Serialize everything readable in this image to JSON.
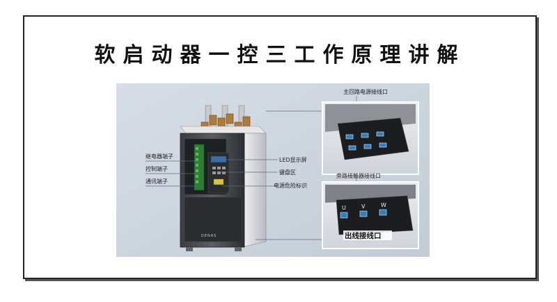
{
  "title": "软启动器一控三工作原理讲解",
  "labels": {
    "relay_terminal": "继电器端子",
    "control_terminal": "控制端子",
    "comm_terminal": "通讯端子",
    "led_display": "LED显示屏",
    "keypad": "键盘区",
    "power_warning": "电源危险标识",
    "main_circuit": "主回路电源接线口",
    "bypass_contactor": "旁路接触器接线口",
    "output_terminal": "出线接线口"
  },
  "phases": [
    "U",
    "V",
    "W"
  ],
  "brand": "DENAS"
}
